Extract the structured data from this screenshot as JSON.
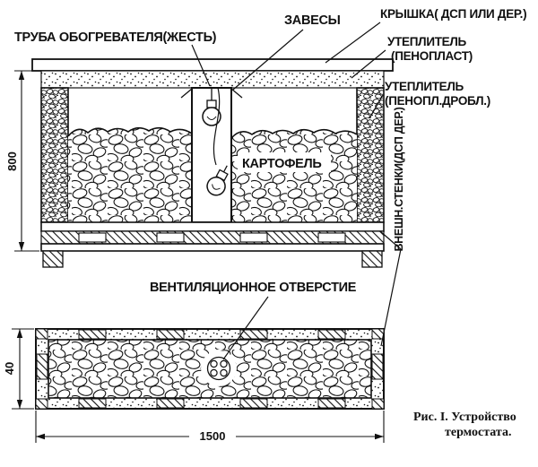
{
  "colors": {
    "ink": "#111111",
    "paper": "#ffffff"
  },
  "labels": {
    "heater_pipe": "ТРУБА ОБОГРЕВАТЕЛЯ(ЖЕСТЬ)",
    "curtains": "ЗАВЕСЫ",
    "lid": "КРЫШКА( ДСП ИЛИ ДЕР.)",
    "insulation_foam_line1": "УТЕПЛИТЕЛЬ",
    "insulation_foam_line2": "(ПЕНОПЛАСТ)",
    "insulation_crushed_line1": "УТЕПЛИТЕЛЬ",
    "insulation_crushed_line2": "(ПЕНОПЛ.ДРОБЛ.)",
    "potatoes": "КАРТОФЕЛЬ",
    "outer_walls": "ВНЕШН.СТЕНКИ(ДСП ДЕР.)",
    "vent_hole": "ВЕНТИЛЯЦИОННОЕ ОТВЕРСТИЕ"
  },
  "dimensions": {
    "height": "800",
    "base": "40",
    "length": "1500"
  },
  "caption": {
    "line1": "Рис. I. Устройство",
    "line2": "термостата."
  }
}
